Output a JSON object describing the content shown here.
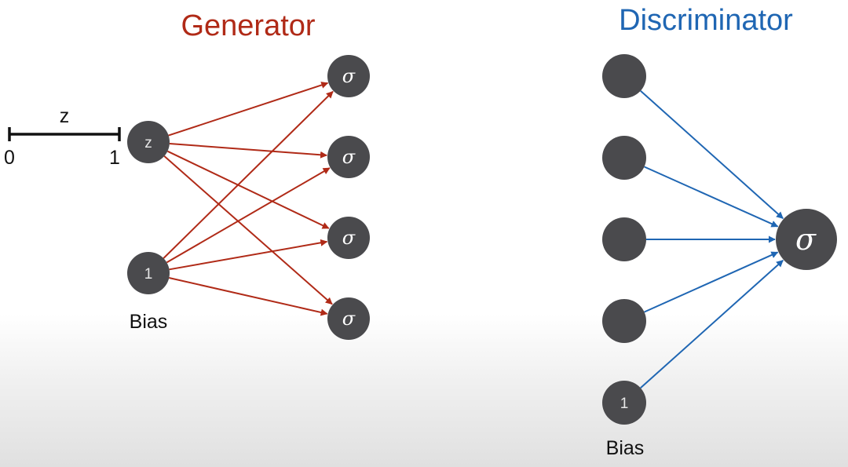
{
  "generator": {
    "title": "Generator",
    "scale_label": "z",
    "scale_min": "0",
    "scale_max": "1",
    "input_node": "z",
    "bias_node": "1",
    "bias_label": "Bias",
    "output_symbol": "σ"
  },
  "discriminator": {
    "title": "Discriminator",
    "bias_node": "1",
    "bias_label": "Bias",
    "output_symbol": "σ"
  },
  "colors": {
    "generator": "#b02a17",
    "discriminator": "#1f66b3",
    "node": "#4a4a4d"
  }
}
